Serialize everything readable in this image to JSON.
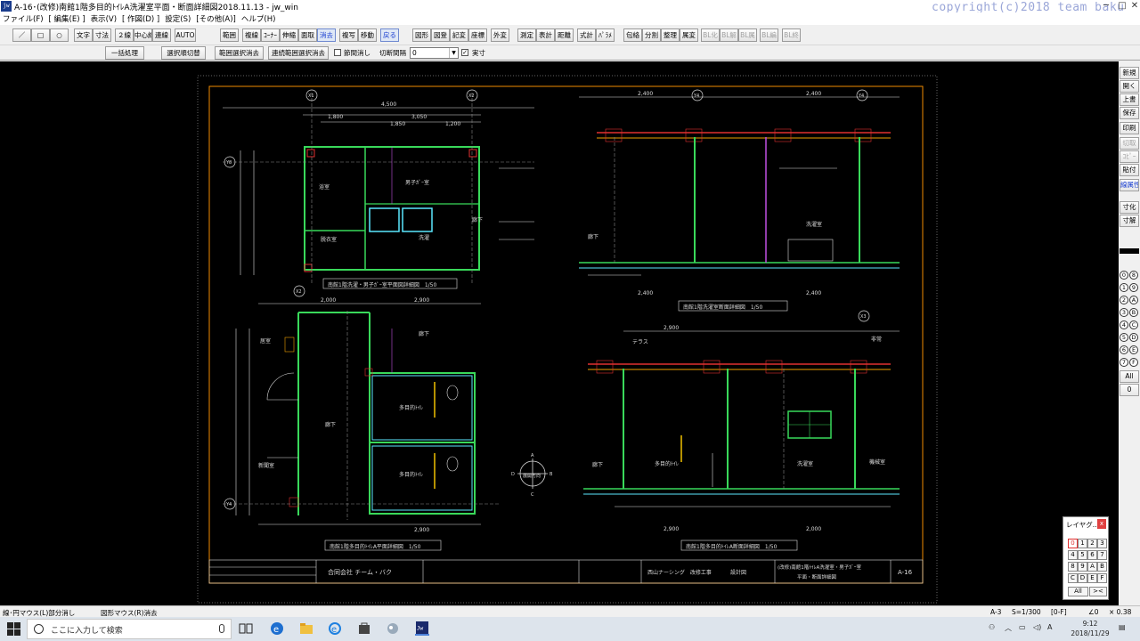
{
  "window": {
    "title": "A-16･(改修)南館1階多目的ﾄｲﾚA洗濯室平面・断面詳細図2018.11.13 - jw_win",
    "copyright": "copyright(c)2018  team baku",
    "icon": "jw-app-icon"
  },
  "menu": [
    "ファイル(F)",
    "[ 編集(E) ]",
    "表示(V)",
    "[ 作図(D) ]",
    "設定(S)",
    "[その他(A)]",
    "ヘルプ(H)"
  ],
  "toolbar1": {
    "group1": [
      "／",
      "□",
      "○"
    ],
    "group2": [
      "文字",
      "寸法",
      "２線",
      "中心線",
      "連線",
      "AUTO"
    ],
    "group3": [
      "範囲",
      "複線",
      "ｺｰﾅｰ",
      "伸縮",
      "面取",
      "消去",
      "複写",
      "移動",
      "戻る"
    ],
    "group4": [
      "図形",
      "図登",
      "記変",
      "座標",
      "外変"
    ],
    "group5": [
      "測定",
      "表計",
      "距離",
      "式計",
      "ﾊﾟﾗﾒ"
    ],
    "group6": [
      "包絡",
      "分割",
      "整理",
      "属変",
      "BL化",
      "BL解",
      "BL属",
      "BL編",
      "BL終"
    ],
    "active": "消去"
  },
  "toolbar2": {
    "batch": "一括処理",
    "select_switch": "選択順切替",
    "range_erase": "範囲選択消去",
    "continuous_erase": "連続範囲選択消去",
    "partial_label": "節間消し",
    "interval_label": "切断間隔",
    "interval_value": "0",
    "real_label": "実寸",
    "real_checked": "✓"
  },
  "right_panel": {
    "buttons": [
      "新規",
      "開く",
      "上書",
      "保存",
      "印刷",
      "切取",
      "ｺﾋﾟｰ",
      "貼付",
      "線属性",
      "寸化",
      "寸解"
    ],
    "layer_groups": [
      "0",
      "1",
      "2",
      "3",
      "4",
      "5",
      "6",
      "7",
      "8",
      "9",
      "A",
      "B",
      "C",
      "D",
      "E",
      "F"
    ],
    "all_label": "All",
    "zero_label": "0"
  },
  "layer_popup": {
    "title": "レイヤグ...",
    "close": "x",
    "cells": [
      "0",
      "1",
      "2",
      "3",
      "4",
      "5",
      "6",
      "7",
      "8",
      "9",
      "A",
      "B",
      "C",
      "D",
      "E",
      "F"
    ],
    "all": "All",
    "back": "><"
  },
  "status": {
    "left": "線･円マウス(L)部分消し",
    "mid": "図形マウス(R)消去",
    "paper": "A-3",
    "scale": "S=1/300",
    "layer": "[0-F]",
    "angle": "∠0",
    "zoom": "× 0.38"
  },
  "drawing": {
    "plan_top_title": "南館1階洗濯・男子ｶﾞｰ室平面図詳細図　1/50",
    "section_top_title": "南館1階洗濯室断面詳細図　1/50",
    "plan_bottom_title": "南館1階多目的ﾄｲﾚA平面詳細図　1/50",
    "section_bottom_title": "南館1階多目的ﾄｲﾚA断面詳細図　1/50",
    "rooms_top": [
      "浴室",
      "男子ｶﾞｰ室",
      "廊下",
      "脱衣室",
      "洗濯"
    ],
    "rooms_bottom": [
      "居室",
      "廊下",
      "多目的ﾄｲﾚ",
      "多目的ﾄｲﾚ",
      "新聞室",
      "廊下"
    ],
    "rooms_section": [
      "洗濯室",
      "多目的ﾄｲﾚ",
      "廊下",
      "洗濯室",
      "機械室",
      "テラス",
      "廊下",
      "非常"
    ],
    "dims_top": [
      "4,500",
      "1,800",
      "3,050",
      "1,850",
      "1,200"
    ],
    "dims_bottom": [
      "2,000",
      "2,900",
      "2,900"
    ],
    "dims_section": [
      "2,400",
      "2,400",
      "2,400",
      "2,400",
      "2,900",
      "2,900",
      "2,000"
    ],
    "axis_tags": [
      "X1",
      "X2",
      "Y8",
      "X2",
      "Y4",
      "Y4",
      "Y4",
      "X3"
    ],
    "compass": [
      "A",
      "B",
      "C",
      "D",
      "展開方向"
    ],
    "title_block": {
      "company": "合同会社  チーム・バク",
      "client": "西山ナーシング　改修工事",
      "drawing_title": "(改修)南館1階ﾄｲﾚA洗濯室・男子ｶﾞｰ室",
      "drawing_sub": "平面・断面詳細図",
      "sheet": "A-16",
      "design_label": "設計図"
    }
  },
  "taskbar": {
    "search_placeholder": "ここに入力して検索",
    "ime": "A",
    "time": "9:12",
    "date": "2018/11/29"
  }
}
